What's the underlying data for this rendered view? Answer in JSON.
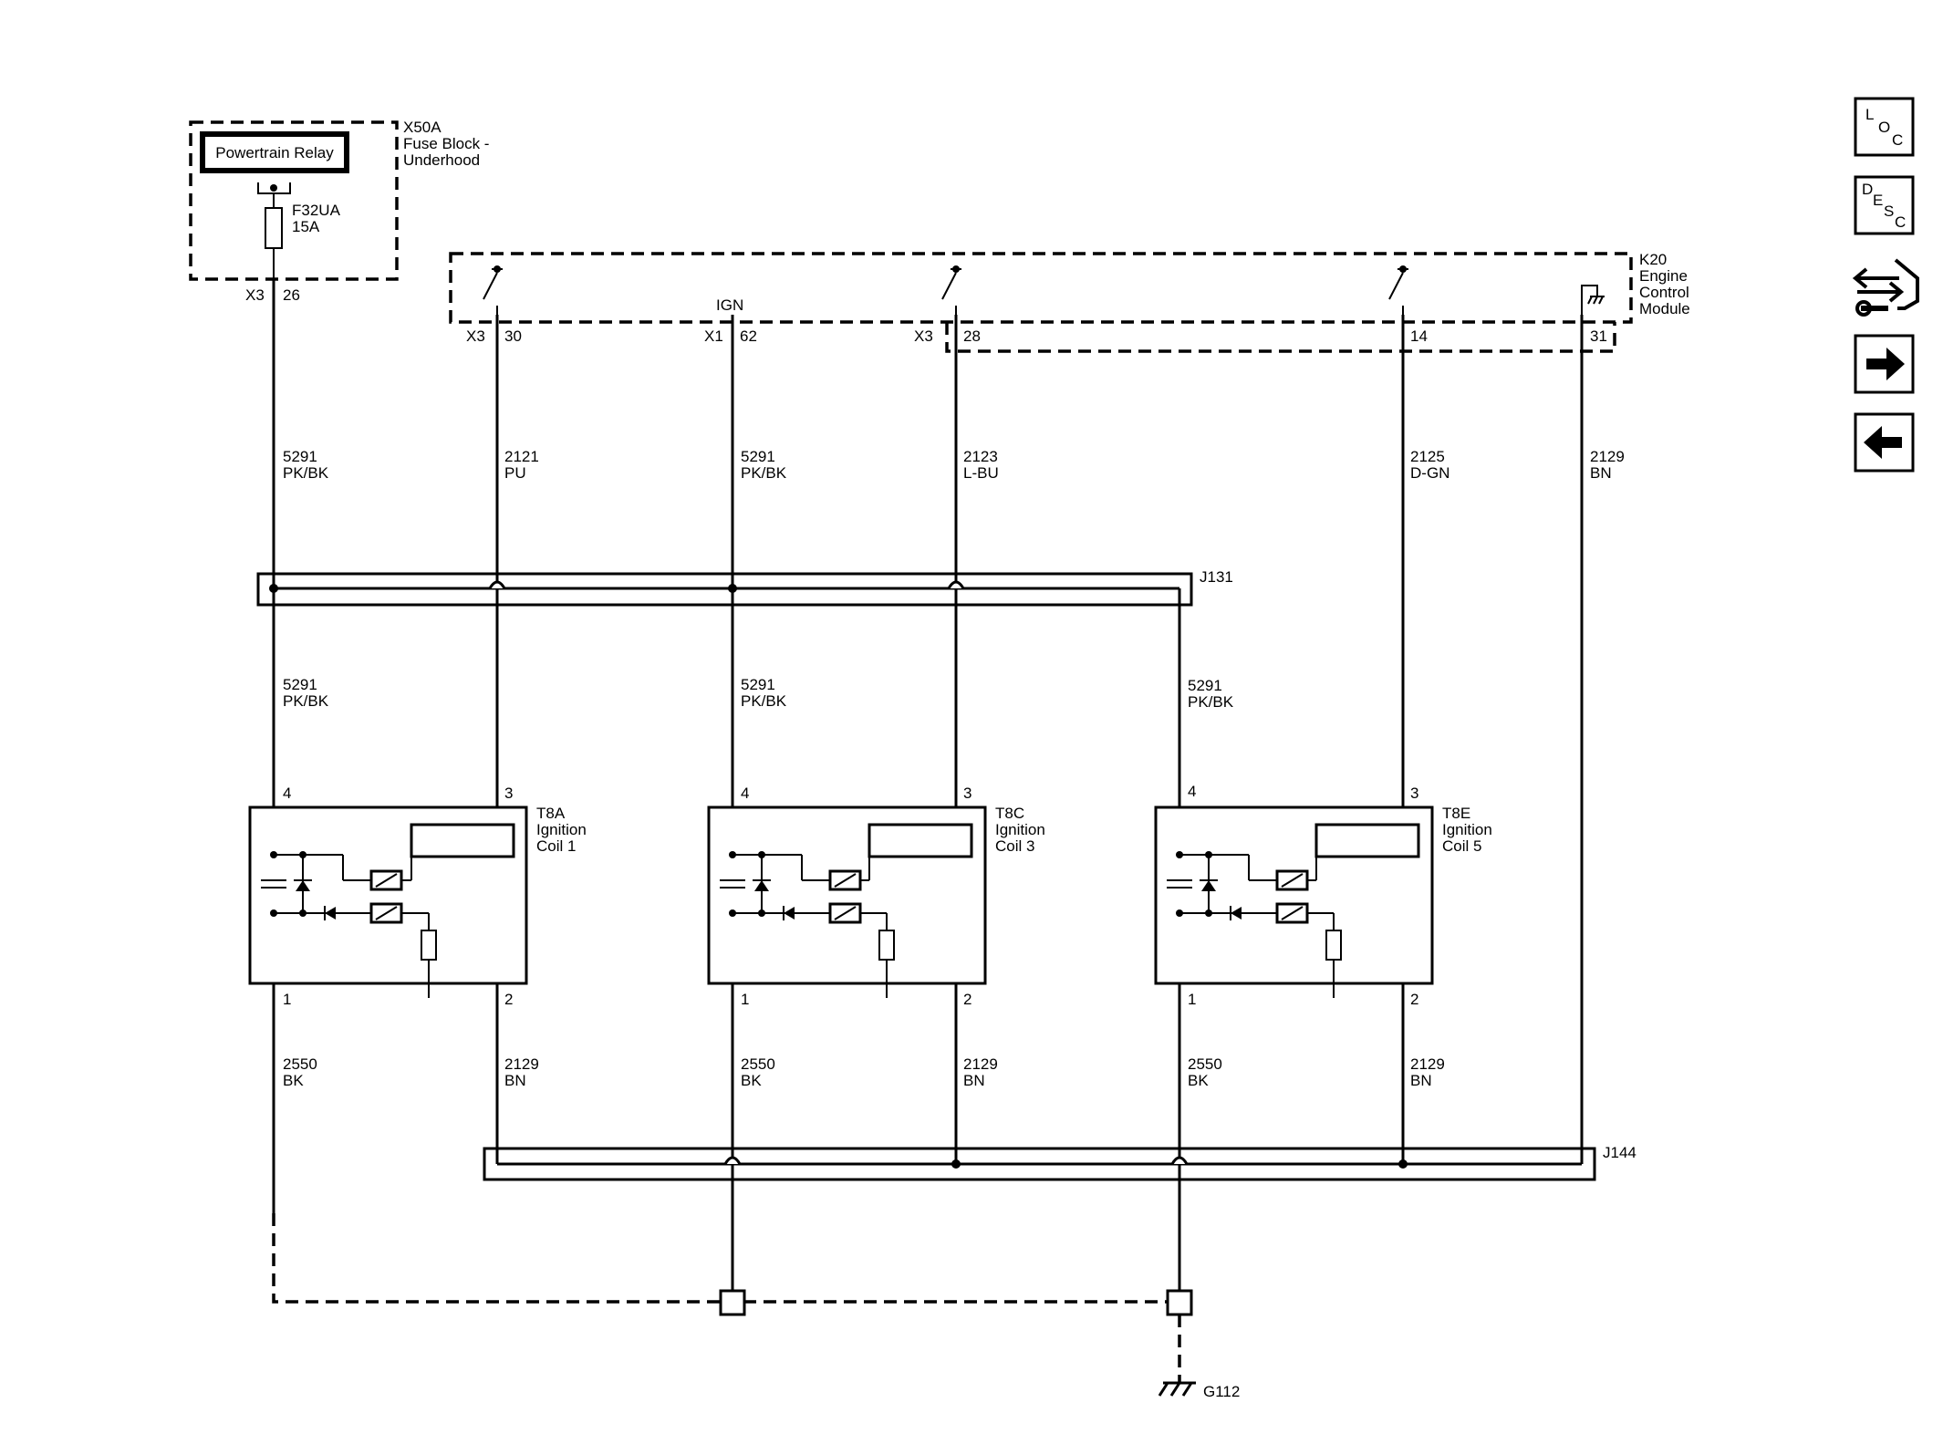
{
  "fuse_block": {
    "id": "X50A",
    "name_line1": "Fuse Block -",
    "name_line2": "Underhood",
    "relay": "Powertrain Relay",
    "fuse_id": "F32UA",
    "fuse_rating": "15A",
    "connector": "X3",
    "pin": "26"
  },
  "ecm": {
    "id": "K20",
    "name_line1": "Engine",
    "name_line2": "Control",
    "name_line3": "Module",
    "ign_label": "IGN",
    "pins": [
      {
        "connector": "X3",
        "pin": "30"
      },
      {
        "connector": "X1",
        "pin": "62"
      },
      {
        "connector": "X3",
        "pin": "28"
      },
      {
        "connector": "",
        "pin": "14"
      },
      {
        "connector": "",
        "pin": "31"
      }
    ]
  },
  "wires_top": [
    {
      "circuit": "5291",
      "color": "PK/BK"
    },
    {
      "circuit": "2121",
      "color": "PU"
    },
    {
      "circuit": "5291",
      "color": "PK/BK"
    },
    {
      "circuit": "2123",
      "color": "L-BU"
    },
    {
      "circuit": "2125",
      "color": "D-GN"
    },
    {
      "circuit": "2129",
      "color": "BN"
    }
  ],
  "splice_j131": "J131",
  "splice_j144": "J144",
  "coil_feed_wires": [
    {
      "circuit": "5291",
      "color": "PK/BK"
    },
    {
      "circuit": "5291",
      "color": "PK/BK"
    },
    {
      "circuit": "5291",
      "color": "PK/BK"
    }
  ],
  "coils": [
    {
      "id": "T8A",
      "line1": "Ignition",
      "line2": "Coil 1",
      "pin_feed": "4",
      "pin_signal": "3",
      "pin_ground": "1",
      "pin_low_ref": "2"
    },
    {
      "id": "T8C",
      "line1": "Ignition",
      "line2": "Coil 3",
      "pin_feed": "4",
      "pin_signal": "3",
      "pin_ground": "1",
      "pin_low_ref": "2"
    },
    {
      "id": "T8E",
      "line1": "Ignition",
      "line2": "Coil 5",
      "pin_feed": "4",
      "pin_signal": "3",
      "pin_ground": "1",
      "pin_low_ref": "2"
    }
  ],
  "coil_bottom_wires": [
    {
      "circuit": "2550",
      "color": "BK"
    },
    {
      "circuit": "2129",
      "color": "BN"
    },
    {
      "circuit": "2550",
      "color": "BK"
    },
    {
      "circuit": "2129",
      "color": "BN"
    },
    {
      "circuit": "2550",
      "color": "BK"
    },
    {
      "circuit": "2129",
      "color": "BN"
    }
  ],
  "ground": "G112",
  "nav": {
    "loc": [
      "L",
      "O",
      "C"
    ],
    "desc": [
      "D",
      "E",
      "S",
      "C"
    ]
  }
}
